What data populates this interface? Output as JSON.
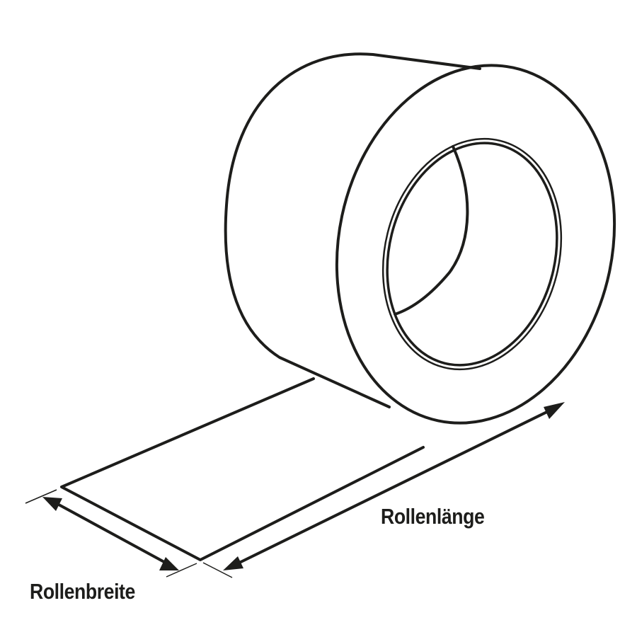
{
  "diagram": {
    "subject": "tape roll",
    "labels": {
      "width": "Rollenbreite",
      "length": "Rollenlänge"
    },
    "colors": {
      "stroke": "#1d1d1b",
      "background": "#ffffff"
    }
  }
}
